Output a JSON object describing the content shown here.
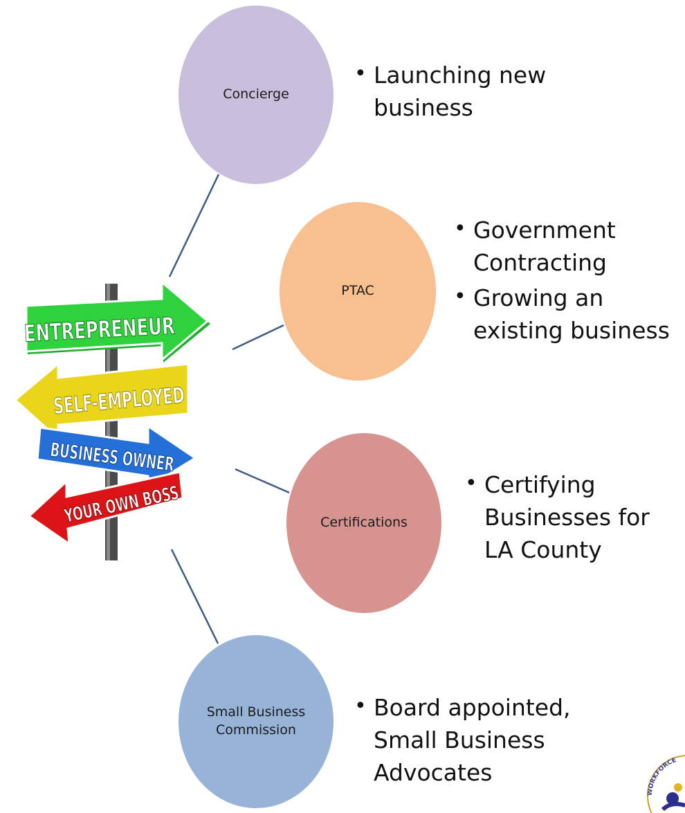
{
  "signpost": {
    "signs": [
      {
        "label": "ENTREPRENEUR",
        "color": "#22c431"
      },
      {
        "label": "SELF-EMPLOYED",
        "color": "#f2e01c"
      },
      {
        "label": "BUSINESS OWNER",
        "color": "#2a78e0"
      },
      {
        "label": "YOUR OWN BOSS",
        "color": "#e0161b"
      }
    ]
  },
  "nodes": [
    {
      "label": "Concierge",
      "color": "#c9bedb",
      "bullets": [
        "Launching new business"
      ]
    },
    {
      "label": "PTAC",
      "color": "#f8c091",
      "bullets": [
        "Government Contracting",
        "Growing an existing business"
      ]
    },
    {
      "label": "Certifications",
      "color": "#d69390",
      "bullets": [
        "Certifying Businesses for LA County"
      ]
    },
    {
      "label": "Small Business Commission",
      "color": "#97b3d8",
      "bullets": [
        "Board appointed, Small Business Advocates"
      ]
    }
  ],
  "logo": {
    "text": "WORKFORCE"
  }
}
